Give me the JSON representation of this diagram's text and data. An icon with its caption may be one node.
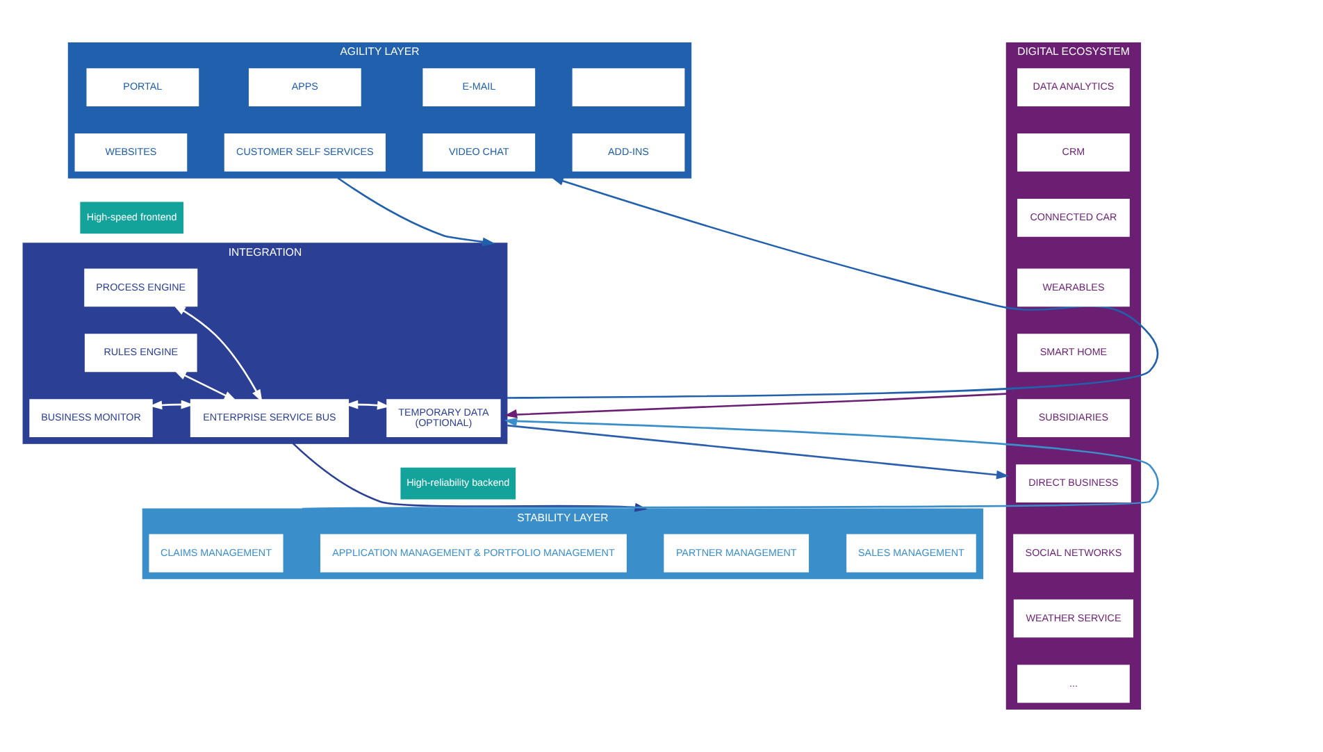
{
  "diagram": {
    "nodes": [
      {
        "text": [
          "AGILITY LAYER"
        ]
      },
      {
        "text": [
          "PORTAL"
        ],
        "in": 0
      },
      {
        "text": [
          "APPS"
        ],
        "in": 0
      },
      {
        "text": [
          "E-MAIL"
        ],
        "in": 0
      },
      {
        "text": [],
        "shape": "box",
        "in": 0
      },
      {
        "text": [
          "WEBSITES"
        ],
        "in": 0
      },
      {
        "text": [
          "CUSTOMER SELF SERVICES"
        ],
        "in": 0
      },
      {
        "text": [
          "VIDEO CHAT"
        ],
        "in": 0
      },
      {
        "text": [
          "ADD-INS"
        ],
        "in": 0
      },
      {
        "text": [
          "High-speed frontend"
        ]
      },
      {
        "text": [
          "INTEGRATION"
        ]
      },
      {
        "text": [
          "PROCESS ENGINE"
        ],
        "in": 10
      },
      {
        "text": [
          "RULES ENGINE"
        ],
        "in": 10
      },
      {
        "text": [
          "BUSINESS MONITOR"
        ],
        "in": 10
      },
      {
        "text": [
          "ENTERPRISE SERVICE BUS"
        ],
        "in": 10
      },
      {
        "text": [
          "TEMPORARY DATA",
          "(OPTIONAL)"
        ],
        "in": 10
      },
      {
        "text": [
          "High-reliability backend"
        ]
      },
      {
        "text": [
          "STABILITY LAYER"
        ]
      },
      {
        "text": [
          "APPLICATION MANAGEMENT & PORTFOLIO MANAGEMENT"
        ],
        "in": 17
      },
      {
        "text": [
          "CLAIMS MANAGEMENT"
        ],
        "in": 17
      },
      {
        "text": [
          "PARTNER MANAGEMENT"
        ],
        "in": 17
      },
      {
        "text": [
          "SALES MANAGEMENT"
        ],
        "in": 17
      },
      {
        "text": [
          "DIGITAL ECOSYSTEM"
        ]
      },
      {
        "text": [
          "DATA ANALYTICS"
        ],
        "in": 22
      },
      {
        "text": [
          "CRM"
        ],
        "in": 22
      },
      {
        "text": [
          "CONNECTED CAR"
        ],
        "in": 22
      },
      {
        "text": [
          "WEARABLES"
        ],
        "in": 22
      },
      {
        "text": [
          "SMART HOME"
        ],
        "in": 22
      },
      {
        "text": [
          "SUBSIDIARIES"
        ],
        "in": 22
      },
      {
        "text": [
          "DIRECT BUSINESS"
        ],
        "in": 22
      },
      {
        "text": [
          "SOCIAL NETWORKS"
        ],
        "in": 22
      },
      {
        "text": [
          "WEATHER SERVICE"
        ],
        "in": 22
      },
      {
        "text": [
          "..."
        ],
        "in": 22
      }
    ],
    "edges": [
      {
        "from": 0,
        "to": 10,
        "arrow": "to",
        "color": "#2160ad"
      },
      {
        "from": 10,
        "to": 0,
        "arrow": "to",
        "color": "#2160ad"
      },
      {
        "from": 11,
        "to": 14,
        "arrow": "both",
        "color": "#ffffff"
      },
      {
        "from": 12,
        "to": 14,
        "arrow": "both",
        "color": "#ffffff"
      },
      {
        "from": 13,
        "to": 14,
        "arrow": "both",
        "color": "#ffffff"
      },
      {
        "from": 14,
        "to": 15,
        "arrow": "both",
        "color": "#ffffff"
      },
      {
        "from": 10,
        "to": 17,
        "arrow": "to",
        "color": "#2b3f95"
      },
      {
        "from": 17,
        "to": 10,
        "arrow": "to",
        "color": "#3a8fcb"
      },
      {
        "from": 10,
        "to": 22,
        "arrow": "to",
        "color": "#2b5fae"
      },
      {
        "from": 22,
        "to": 10,
        "arrow": "to",
        "color": "#6b1f73"
      }
    ]
  }
}
